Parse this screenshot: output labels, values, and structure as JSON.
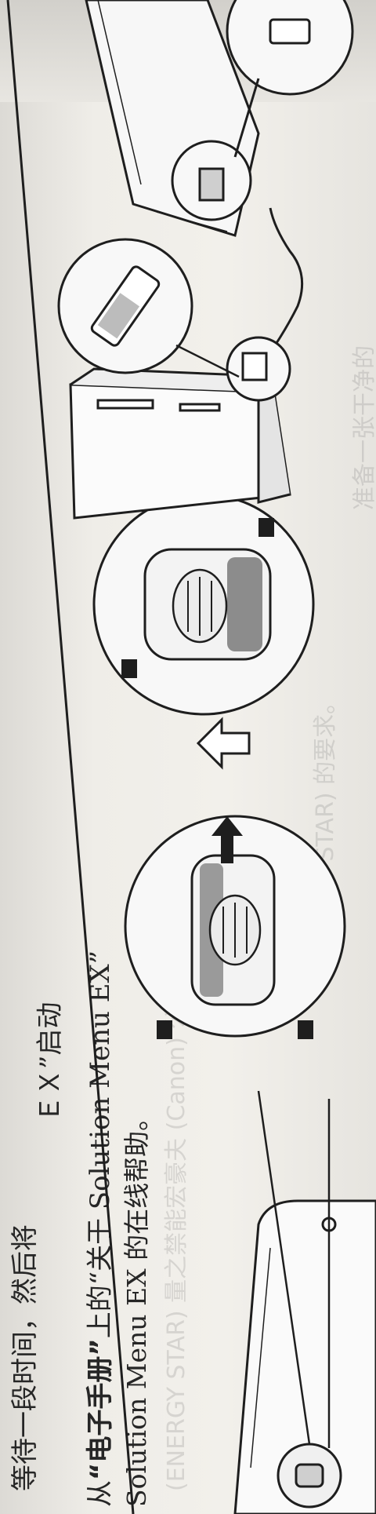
{
  "text": {
    "line1_partial": "等待一段时间，然后将",
    "line2_partial": "ＥＸ”启动",
    "line3_prefix": "从",
    "line3_bold": "“电子手册”",
    "line3_mid": "上的",
    "line3_rest": "“关于 Solution Menu EX”",
    "line4": "Solution Menu EX 的在线帮助。"
  },
  "show_through": {
    "text_a": "(ENERGY STAR) 量之禁能宏豪夫 (Canon) 公司",
    "text_b": "(ENERGY STAR) 的要求。",
    "text_c": "准备一张干净的"
  },
  "icons": [
    "scanner-lid-icon",
    "lock-switch-icon",
    "unlock-switch-icon",
    "arrow-hollow-icon",
    "computer-tower-icon",
    "usb-cable-icon",
    "usb-plug-icon"
  ]
}
